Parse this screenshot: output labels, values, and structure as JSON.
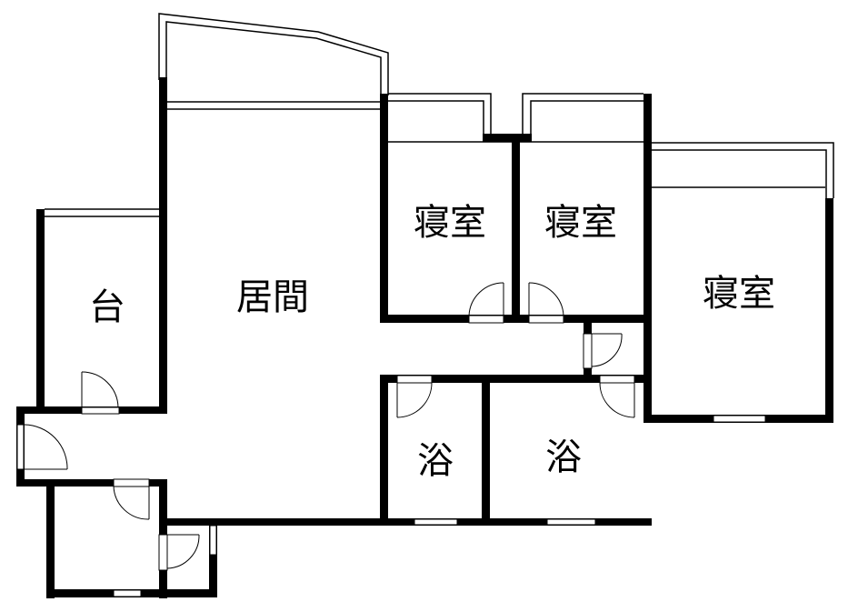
{
  "colors": {
    "wall": "#000000",
    "background": "#ffffff"
  },
  "rooms": {
    "kitchen": "台",
    "living": "居間",
    "bedroom1": "寝室",
    "bedroom2": "寝室",
    "bedroom3": "寝室",
    "bath1": "浴",
    "bath2": "浴"
  }
}
